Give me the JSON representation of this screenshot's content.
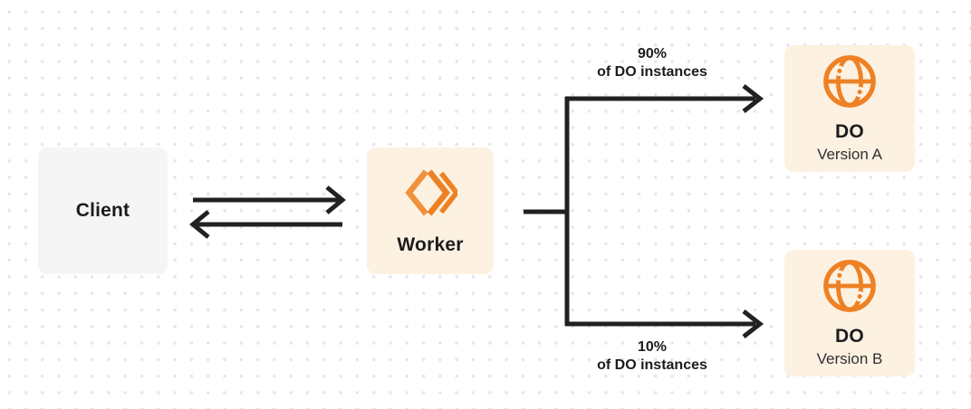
{
  "colors": {
    "background": "#ffffff",
    "dot_grid": "#e6e6e8",
    "client_box_bg": "#f5f5f6",
    "orange_box_bg": "#fdf1e2",
    "orange": "#ee8124",
    "orange_light": "#f0923d",
    "line": "#212124",
    "text_primary": "#1c1c1e",
    "text_secondary": "#303033"
  },
  "nodes": {
    "client": {
      "label": "Client"
    },
    "worker": {
      "label": "Worker",
      "icon": "workers-logo-icon"
    },
    "do_version_a": {
      "title": "DO",
      "subtitle": "Version A",
      "icon": "globe-icon"
    },
    "do_version_b": {
      "title": "DO",
      "subtitle": "Version B",
      "icon": "globe-icon"
    }
  },
  "edge_labels": {
    "top": {
      "percent": "90%",
      "caption": "of DO instances"
    },
    "bottom": {
      "percent": "10%",
      "caption": "of DO instances"
    }
  }
}
